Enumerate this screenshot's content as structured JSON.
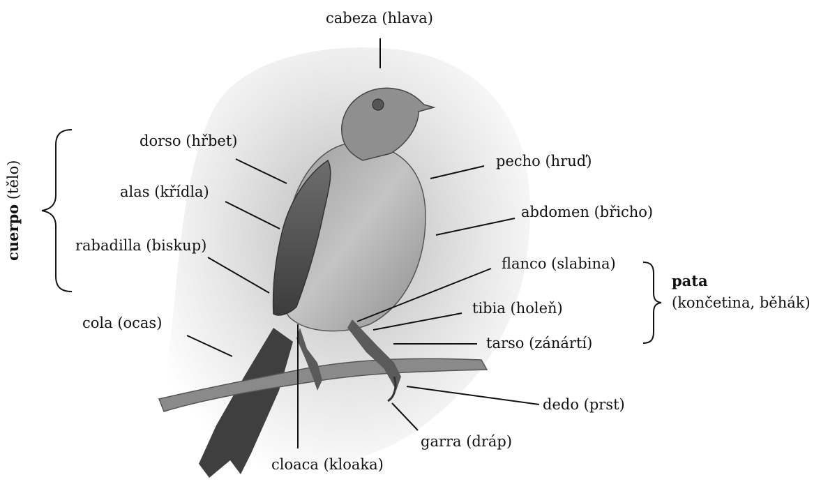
{
  "labels": {
    "cabeza": "cabeza (hlava)",
    "dorso": "dorso (hřbet)",
    "pecho": "pecho (hruď)",
    "alas": "alas (křídla)",
    "abdomen": "abdomen (břicho)",
    "rabadilla": "rabadilla (biskup)",
    "flanco": "flanco (slabina)",
    "tibia": "tibia (holeň)",
    "tarso": "tarso (zánártí)",
    "cola": "cola (ocas)",
    "dedo": "dedo (prst)",
    "garra": "garra (dráp)",
    "cloaca": "cloaca (kloaka)"
  },
  "groups": {
    "cuerpo_bold": "cuerpo",
    "cuerpo_rest": " (tělo)",
    "pata_bold": "pata",
    "pata_rest": "(končetina, běhák)"
  },
  "colors": {
    "ink": "#111111",
    "bird_light": "#c9c9c9",
    "bird_dark": "#4a4a4a",
    "branch": "#8a8a8a"
  }
}
